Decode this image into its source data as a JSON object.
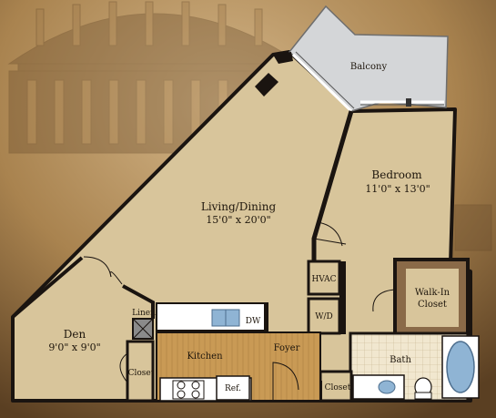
{
  "colors": {
    "sepia_light": "#c9a776",
    "sepia_dark": "#4a3520",
    "room_fill": "#d8c59b",
    "wall": "#1a1410",
    "balcony_fill": "#d4d6d8",
    "kitchen_floor": "#c99a55",
    "bath_tile": "#f1e7cf",
    "closet_fill": "#8a6a48",
    "tub_water": "#8fb4d4"
  },
  "rooms": {
    "balcony": {
      "name": "Balcony"
    },
    "bedroom": {
      "name": "Bedroom",
      "dims": "11'0\" x 13'0\""
    },
    "living": {
      "name": "Living/Dining",
      "dims": "15'0\" x 20'0\""
    },
    "den": {
      "name": "Den",
      "dims": "9'0\" x 9'0\""
    },
    "kitchen": {
      "name": "Kitchen"
    },
    "foyer": {
      "name": "Foyer"
    },
    "bath": {
      "name": "Bath"
    },
    "walkin": {
      "line1": "Walk-In",
      "line2": "Closet"
    }
  },
  "fixtures": {
    "hvac": "HVAC",
    "wd": "W/D",
    "linen": "Linen",
    "dw": "DW",
    "ref": "Ref.",
    "den_closet": "Closet",
    "entry_closet": "Closet"
  }
}
